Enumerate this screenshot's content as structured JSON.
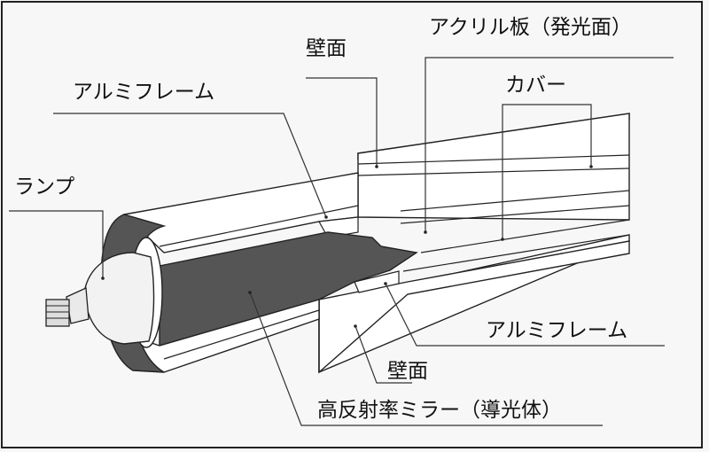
{
  "diagram": {
    "labels": {
      "acrylic_plate": "アクリル板（発光面）",
      "wall_top": "壁面",
      "cover": "カバー",
      "aluminum_frame_top": "アルミフレーム",
      "lamp": "ランプ",
      "aluminum_frame_bottom": "アルミフレーム",
      "wall_bottom": "壁面",
      "high_reflect_mirror": "高反射率ミラー（導光体）"
    },
    "colors": {
      "background": "#f7f7f7",
      "outline": "#222222",
      "mirror_fill": "#555555",
      "frame_fill": "#ffffff",
      "leader": "#333333"
    }
  }
}
